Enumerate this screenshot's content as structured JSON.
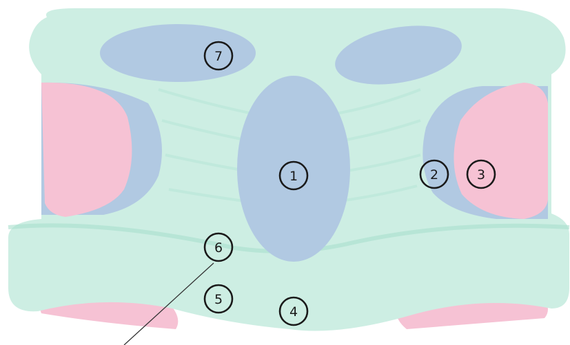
{
  "diagram": {
    "colors": {
      "background": "#ffffff",
      "pillow": "#cdeee3",
      "pillow_edge": "#a8dfcd",
      "pressure_zone_blue": "#b1c9e2",
      "pressure_zone_pink": "#f6c2d4",
      "marker_stroke": "#1a1a1a",
      "pointer_line": "#333333"
    },
    "markers": [
      {
        "id": "m1",
        "label": "1"
      },
      {
        "id": "m2",
        "label": "2"
      },
      {
        "id": "m3",
        "label": "3"
      },
      {
        "id": "m4",
        "label": "4"
      },
      {
        "id": "m5",
        "label": "5"
      },
      {
        "id": "m6",
        "label": "6"
      },
      {
        "id": "m7",
        "label": "7"
      }
    ]
  }
}
